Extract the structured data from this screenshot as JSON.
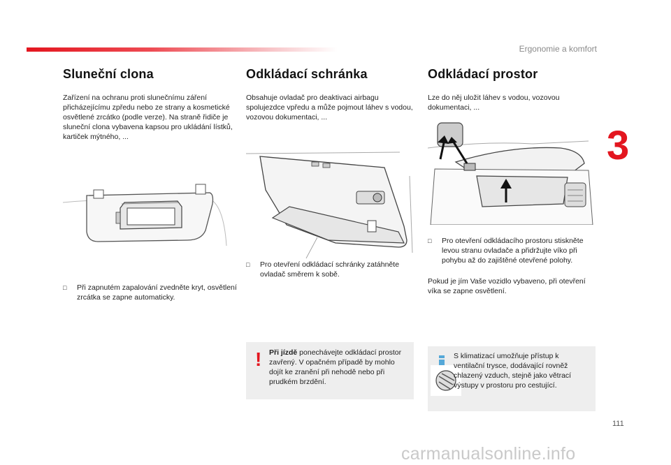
{
  "header": {
    "section_label": "Ergonomie a komfort",
    "chapter_number": "3",
    "page_number": "111"
  },
  "watermark": "carmanualsonline.info",
  "columns": {
    "sun_visor": {
      "title": "Sluneční clona",
      "intro": "Zařízení na ochranu proti slunečnímu záření přicházejícímu zpředu nebo ze strany a kosmetické osvětlené zrcátko (podle verze). Na straně řidiče je sluneční clona vybavena kapsou pro ukládání lístků, kartiček mýtného, ...",
      "bullet": "Při zapnutém zapalování zvedněte kryt, osvětlení zrcátka se zapne automaticky."
    },
    "glovebox": {
      "title": "Odkládací schránka",
      "intro": "Obsahuje ovladač pro deaktivaci airbagu spolujezdce vpředu a může pojmout láhev s vodou, vozovou dokumentaci, ...",
      "bullet": "Pro otevření odkládací schránky zatáhněte ovladač směrem k sobě.",
      "warning_bold": "Při jízdě",
      "warning_text": " ponechávejte odkládací prostor zavřený. V opačném případě by mohlo dojít ke zranění při nehodě nebo při prudkém brzdění."
    },
    "storage": {
      "title": "Odkládací prostor",
      "intro": "Lze do něj uložit láhev s vodou, vozovou dokumentaci, ...",
      "bullet": "Pro otevření odkládacího prostoru stiskněte levou stranu ovladače a přidržujte víko při pohybu až do zajištěné otevřené polohy.",
      "after_bullet": "Pokud je jím Vaše vozidlo vybaveno, při otevření víka se zapne osvětlení.",
      "info_text": "S klimatizací umožňuje přístup k ventilační trysce, dodávající rovněž chlazený vzduch, stejně jako větrací výstupy v prostoru pro cestující."
    }
  },
  "icons": {
    "bullet": "square-bullet-icon",
    "warning": "exclamation-icon",
    "info": "info-icon"
  },
  "colors": {
    "accent_red": "#e3161f",
    "info_blue": "#55a8d8",
    "box_gray": "#eeeeee"
  }
}
